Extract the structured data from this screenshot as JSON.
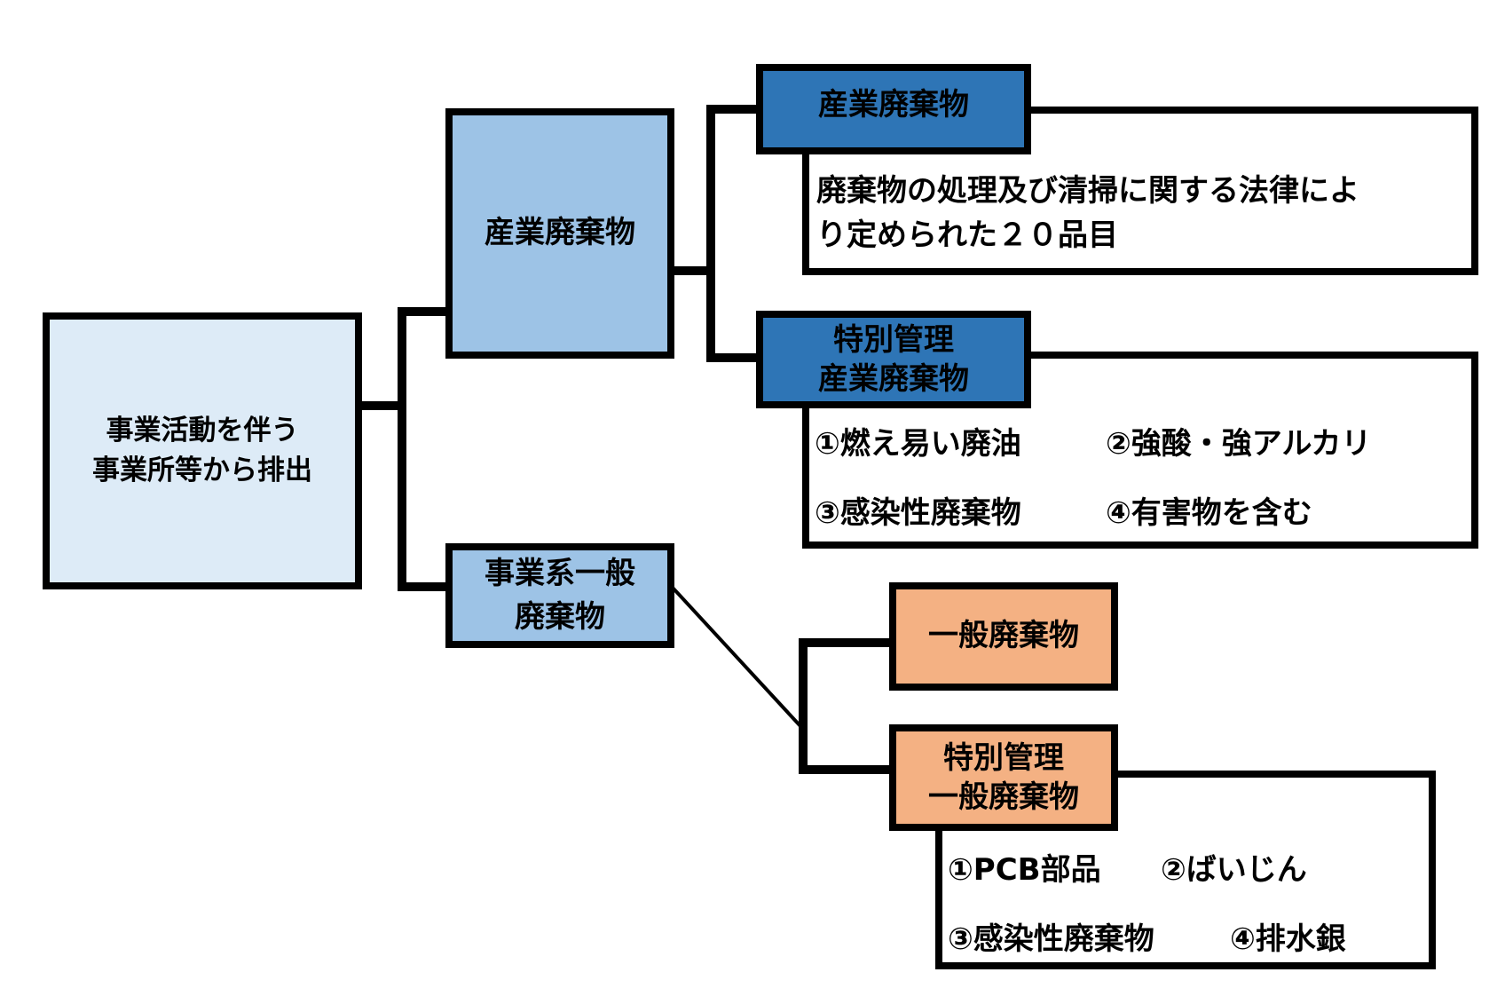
{
  "diagram": {
    "root": {
      "label": "事業活動を伴う\n事業所等から排出"
    },
    "branches": [
      {
        "label": "産業廃棄物",
        "children": [
          {
            "label": "産業廃棄物",
            "description": "廃棄物の処理及び清掃に関する法律によ\nり定められた２０品目"
          },
          {
            "label": "特別管理\n産業廃棄物",
            "items": [
              "①燃え易い廃油",
              "②強酸・強アルカリ",
              "③感染性廃棄物",
              "④有害物を含む"
            ]
          }
        ]
      },
      {
        "label": "事業系一般\n廃棄物",
        "children": [
          {
            "label": "一般廃棄物"
          },
          {
            "label": "特別管理\n一般廃棄物",
            "items": [
              "①PCB部品",
              "②ばいじん",
              "③感染性廃棄物",
              "④排水銀"
            ]
          }
        ]
      }
    ]
  },
  "colors": {
    "root_fill": "#ddebf7",
    "level1_fill": "#9dc3e6",
    "industrial_fill": "#2e75b6",
    "general_fill": "#f4b183",
    "outline": "#000000"
  }
}
